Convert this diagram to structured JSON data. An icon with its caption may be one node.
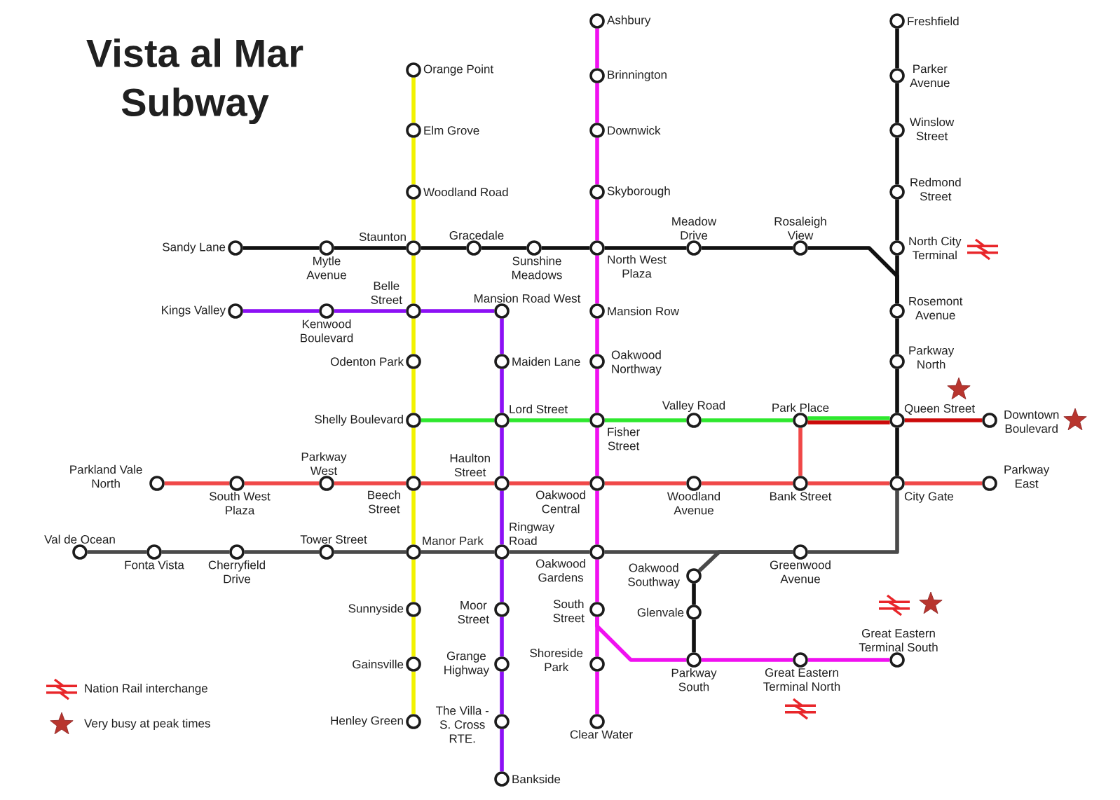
{
  "diagram": {
    "title": "Vista al Mar Subway",
    "nodes": [
      {
        "text": [
          "Ashbury"
        ]
      },
      {
        "text": [
          "Freshfield"
        ]
      },
      {
        "text": [
          "Orange Point"
        ]
      },
      {
        "text": [
          "Brinnington"
        ]
      },
      {
        "text": [
          "Parker Avenue"
        ]
      },
      {
        "text": [
          "Elm Grove"
        ]
      },
      {
        "text": [
          "Downwick"
        ]
      },
      {
        "text": [
          "Winslow Street"
        ]
      },
      {
        "text": [
          "Woodland Road"
        ]
      },
      {
        "text": [
          "Skyborough"
        ]
      },
      {
        "text": [
          "Redmond Street"
        ]
      },
      {
        "text": [
          "Sandy Lane"
        ]
      },
      {
        "text": [
          "Mytle Avenue"
        ]
      },
      {
        "text": [
          "Staunton"
        ]
      },
      {
        "text": [
          "Gracedale"
        ]
      },
      {
        "text": [
          "Sunshine Meadows"
        ]
      },
      {
        "text": [
          "North West Plaza"
        ]
      },
      {
        "text": [
          "Meadow Drive"
        ]
      },
      {
        "text": [
          "Rosaleigh View"
        ]
      },
      {
        "text": [
          "North City Terminal"
        ]
      },
      {
        "text": [
          "Kings Valley"
        ]
      },
      {
        "text": [
          "Kenwood Boulevard"
        ]
      },
      {
        "text": [
          "Belle Street"
        ]
      },
      {
        "text": [
          "Mansion Road West"
        ]
      },
      {
        "text": [
          "Mansion Row"
        ]
      },
      {
        "text": [
          "Rosemont Avenue"
        ]
      },
      {
        "text": [
          "Odenton Park"
        ]
      },
      {
        "text": [
          "Maiden Lane"
        ]
      },
      {
        "text": [
          "Oakwood Northway"
        ]
      },
      {
        "text": [
          "Parkway North"
        ]
      },
      {
        "text": [
          "Shelly Boulevard"
        ]
      },
      {
        "text": [
          "Lord Street"
        ]
      },
      {
        "text": [
          "Fisher Street"
        ]
      },
      {
        "text": [
          "Valley Road"
        ]
      },
      {
        "text": [
          "Park Place"
        ]
      },
      {
        "text": [
          "Queen Street"
        ]
      },
      {
        "text": [
          "Downtown Boulevard"
        ]
      },
      {
        "text": [
          "Parkland Vale North"
        ]
      },
      {
        "text": [
          "South West Plaza"
        ]
      },
      {
        "text": [
          "Parkway West"
        ]
      },
      {
        "text": [
          "Beech Street"
        ]
      },
      {
        "text": [
          "Haulton Street"
        ]
      },
      {
        "text": [
          "Oakwood Central"
        ]
      },
      {
        "text": [
          "Woodland Avenue"
        ]
      },
      {
        "text": [
          "Bank Street"
        ]
      },
      {
        "text": [
          "City Gate"
        ]
      },
      {
        "text": [
          "Parkway East"
        ]
      },
      {
        "text": [
          "Val de Ocean"
        ]
      },
      {
        "text": [
          "Fonta Vista"
        ]
      },
      {
        "text": [
          "Cherryfield Drive"
        ]
      },
      {
        "text": [
          "Tower Street"
        ]
      },
      {
        "text": [
          "Manor Park"
        ]
      },
      {
        "text": [
          "Ringway Road"
        ]
      },
      {
        "text": [
          "Oakwood Gardens"
        ]
      },
      {
        "text": [
          "Greenwood Avenue"
        ]
      },
      {
        "text": [
          "Oakwood Southway"
        ]
      },
      {
        "text": [
          "Sunnyside"
        ]
      },
      {
        "text": [
          "Moor Street"
        ]
      },
      {
        "text": [
          "South Street"
        ]
      },
      {
        "text": [
          "Glenvale"
        ]
      },
      {
        "text": [
          "Gainsville"
        ]
      },
      {
        "text": [
          "Grange Highway"
        ]
      },
      {
        "text": [
          "Shoreside Park"
        ]
      },
      {
        "text": [
          "Parkway South"
        ]
      },
      {
        "text": [
          "Great Eastern Terminal North"
        ]
      },
      {
        "text": [
          "Great Eastern Terminal South"
        ]
      },
      {
        "text": [
          "Henley Green"
        ]
      },
      {
        "text": [
          "The Villa - S. Cross RTE."
        ]
      },
      {
        "text": [
          "Clear Water"
        ]
      },
      {
        "text": [
          "Bankside"
        ]
      }
    ],
    "edges": [
      {
        "from": 2,
        "to": 5,
        "arrow": "none",
        "color": "#f2f200"
      },
      {
        "from": 5,
        "to": 8,
        "arrow": "none",
        "color": "#f2f200"
      },
      {
        "from": 8,
        "to": 13,
        "arrow": "none",
        "color": "#f2f200"
      },
      {
        "from": 13,
        "to": 22,
        "arrow": "none",
        "color": "#f2f200"
      },
      {
        "from": 22,
        "to": 26,
        "arrow": "none",
        "color": "#f2f200"
      },
      {
        "from": 26,
        "to": 30,
        "arrow": "none",
        "color": "#f2f200"
      },
      {
        "from": 30,
        "to": 40,
        "arrow": "none",
        "color": "#f2f200"
      },
      {
        "from": 40,
        "to": 51,
        "arrow": "none",
        "color": "#f2f200"
      },
      {
        "from": 51,
        "to": 56,
        "arrow": "none",
        "color": "#f2f200"
      },
      {
        "from": 56,
        "to": 60,
        "arrow": "none",
        "color": "#f2f200"
      },
      {
        "from": 60,
        "to": 66,
        "arrow": "none",
        "color": "#f2f200"
      },
      {
        "from": 11,
        "to": 12,
        "arrow": "none",
        "color": "#111111"
      },
      {
        "from": 12,
        "to": 13,
        "arrow": "none",
        "color": "#111111"
      },
      {
        "from": 13,
        "to": 14,
        "arrow": "none",
        "color": "#111111"
      },
      {
        "from": 14,
        "to": 15,
        "arrow": "none",
        "color": "#111111"
      },
      {
        "from": 15,
        "to": 16,
        "arrow": "none",
        "color": "#111111"
      },
      {
        "from": 16,
        "to": 17,
        "arrow": "none",
        "color": "#111111"
      },
      {
        "from": 17,
        "to": 18,
        "arrow": "none",
        "color": "#111111"
      },
      {
        "from": 18,
        "to": 25,
        "arrow": "none",
        "color": "#111111"
      },
      {
        "from": 1,
        "to": 4,
        "arrow": "none",
        "color": "#111111"
      },
      {
        "from": 4,
        "to": 7,
        "arrow": "none",
        "color": "#111111"
      },
      {
        "from": 7,
        "to": 10,
        "arrow": "none",
        "color": "#111111"
      },
      {
        "from": 10,
        "to": 19,
        "arrow": "none",
        "color": "#111111"
      },
      {
        "from": 19,
        "to": 25,
        "arrow": "none",
        "color": "#111111"
      },
      {
        "from": 25,
        "to": 29,
        "arrow": "none",
        "color": "#111111"
      },
      {
        "from": 29,
        "to": 35,
        "arrow": "none",
        "color": "#111111"
      },
      {
        "from": 35,
        "to": 45,
        "arrow": "none",
        "color": "#111111"
      },
      {
        "from": 20,
        "to": 21,
        "arrow": "none",
        "color": "#8c10f5"
      },
      {
        "from": 21,
        "to": 22,
        "arrow": "none",
        "color": "#8c10f5"
      },
      {
        "from": 22,
        "to": 23,
        "arrow": "none",
        "color": "#8c10f5"
      },
      {
        "from": 23,
        "to": 27,
        "arrow": "none",
        "color": "#8c10f5"
      },
      {
        "from": 27,
        "to": 31,
        "arrow": "none",
        "color": "#8c10f5"
      },
      {
        "from": 31,
        "to": 41,
        "arrow": "none",
        "color": "#8c10f5"
      },
      {
        "from": 41,
        "to": 52,
        "arrow": "none",
        "color": "#8c10f5"
      },
      {
        "from": 52,
        "to": 57,
        "arrow": "none",
        "color": "#8c10f5"
      },
      {
        "from": 57,
        "to": 61,
        "arrow": "none",
        "color": "#8c10f5"
      },
      {
        "from": 61,
        "to": 67,
        "arrow": "none",
        "color": "#8c10f5"
      },
      {
        "from": 67,
        "to": 69,
        "arrow": "none",
        "color": "#8c10f5"
      },
      {
        "from": 0,
        "to": 3,
        "arrow": "none",
        "color": "#f010f0"
      },
      {
        "from": 3,
        "to": 6,
        "arrow": "none",
        "color": "#f010f0"
      },
      {
        "from": 6,
        "to": 9,
        "arrow": "none",
        "color": "#f010f0"
      },
      {
        "from": 9,
        "to": 16,
        "arrow": "none",
        "color": "#f010f0"
      },
      {
        "from": 16,
        "to": 24,
        "arrow": "none",
        "color": "#f010f0"
      },
      {
        "from": 24,
        "to": 28,
        "arrow": "none",
        "color": "#f010f0"
      },
      {
        "from": 28,
        "to": 32,
        "arrow": "none",
        "color": "#f010f0"
      },
      {
        "from": 32,
        "to": 42,
        "arrow": "none",
        "color": "#f010f0"
      },
      {
        "from": 42,
        "to": 53,
        "arrow": "none",
        "color": "#f010f0"
      },
      {
        "from": 53,
        "to": 58,
        "arrow": "none",
        "color": "#f010f0"
      },
      {
        "from": 58,
        "to": 62,
        "arrow": "none",
        "color": "#f010f0"
      },
      {
        "from": 62,
        "to": 68,
        "arrow": "none",
        "color": "#f010f0"
      },
      {
        "from": 58,
        "to": 63,
        "arrow": "none",
        "color": "#f010f0"
      },
      {
        "from": 63,
        "to": 64,
        "arrow": "none",
        "color": "#f010f0"
      },
      {
        "from": 64,
        "to": 65,
        "arrow": "none",
        "color": "#f010f0"
      },
      {
        "from": 30,
        "to": 31,
        "arrow": "none",
        "color": "#2ee82e"
      },
      {
        "from": 31,
        "to": 32,
        "arrow": "none",
        "color": "#2ee82e"
      },
      {
        "from": 32,
        "to": 33,
        "arrow": "none",
        "color": "#2ee82e"
      },
      {
        "from": 33,
        "to": 34,
        "arrow": "none",
        "color": "#2ee82e"
      },
      {
        "from": 34,
        "to": 35,
        "arrow": "none",
        "color": "#2ee82e"
      },
      {
        "from": 37,
        "to": 38,
        "arrow": "none",
        "color": "#f04848"
      },
      {
        "from": 38,
        "to": 39,
        "arrow": "none",
        "color": "#f04848"
      },
      {
        "from": 39,
        "to": 40,
        "arrow": "none",
        "color": "#f04848"
      },
      {
        "from": 40,
        "to": 41,
        "arrow": "none",
        "color": "#f04848"
      },
      {
        "from": 41,
        "to": 42,
        "arrow": "none",
        "color": "#f04848"
      },
      {
        "from": 42,
        "to": 43,
        "arrow": "none",
        "color": "#f04848"
      },
      {
        "from": 43,
        "to": 44,
        "arrow": "none",
        "color": "#f04848"
      },
      {
        "from": 44,
        "to": 45,
        "arrow": "none",
        "color": "#f04848"
      },
      {
        "from": 45,
        "to": 46,
        "arrow": "none",
        "color": "#f04848"
      },
      {
        "from": 44,
        "to": 34,
        "arrow": "none",
        "color": "#f04848"
      },
      {
        "from": 34,
        "to": 35,
        "arrow": "none",
        "color": "#cc0a0a"
      },
      {
        "from": 35,
        "to": 36,
        "arrow": "none",
        "color": "#cc0a0a"
      },
      {
        "from": 47,
        "to": 48,
        "arrow": "none",
        "color": "#4a4a4a"
      },
      {
        "from": 48,
        "to": 49,
        "arrow": "none",
        "color": "#4a4a4a"
      },
      {
        "from": 49,
        "to": 50,
        "arrow": "none",
        "color": "#4a4a4a"
      },
      {
        "from": 50,
        "to": 51,
        "arrow": "none",
        "color": "#4a4a4a"
      },
      {
        "from": 51,
        "to": 52,
        "arrow": "none",
        "color": "#4a4a4a"
      },
      {
        "from": 52,
        "to": 53,
        "arrow": "none",
        "color": "#4a4a4a"
      },
      {
        "from": 53,
        "to": 54,
        "arrow": "none",
        "color": "#4a4a4a"
      },
      {
        "from": 54,
        "to": 45,
        "arrow": "none",
        "color": "#4a4a4a"
      },
      {
        "from": 54,
        "to": 55,
        "arrow": "none",
        "color": "#4a4a4a"
      },
      {
        "from": 55,
        "to": 59,
        "arrow": "none",
        "color": "#111111"
      },
      {
        "from": 59,
        "to": 63,
        "arrow": "none",
        "color": "#111111"
      }
    ],
    "legend": [
      {
        "text": "Nation Rail interchange"
      },
      {
        "text": "Very busy at peak times"
      }
    ]
  }
}
